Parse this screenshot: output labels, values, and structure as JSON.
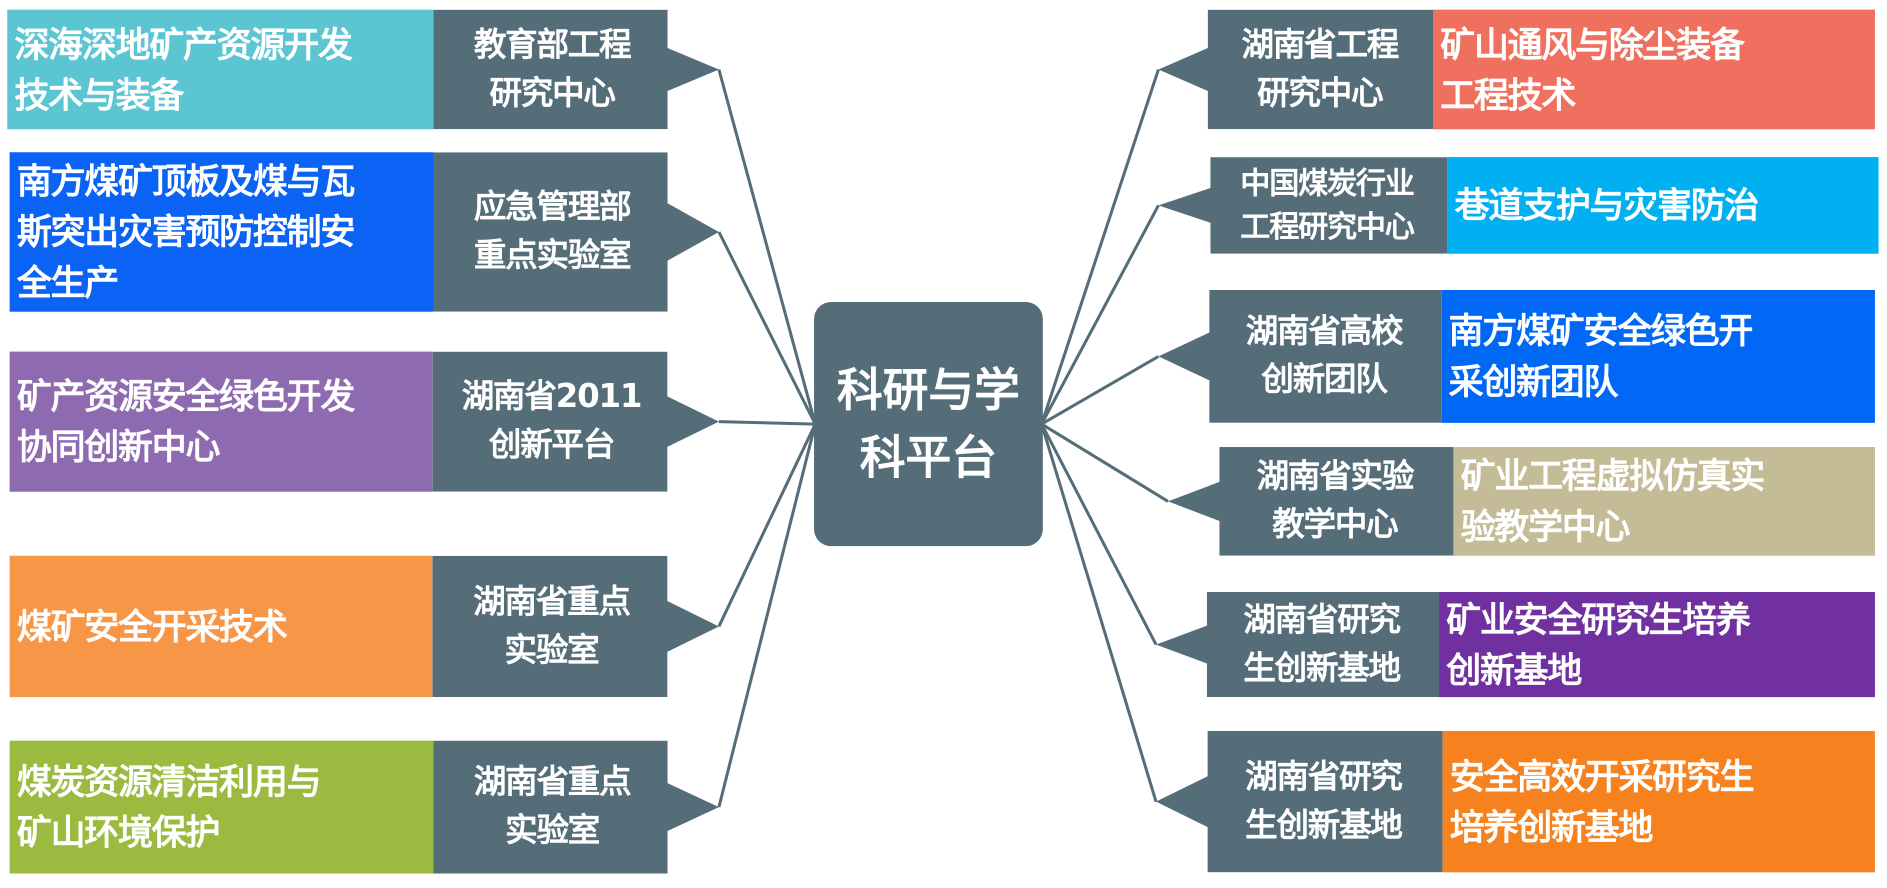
{
  "center": "科研与学\n科平台",
  "left": [
    {
      "topic": "深海深地矿产资源开发\n技术与装备",
      "platform": "教育部工程\n研究中心",
      "color": "#5BC5D1"
    },
    {
      "topic": "南方煤矿顶板及煤与瓦\n斯突出灾害预防控制安\n全生产",
      "platform": "应急管理部\n重点实验室",
      "color": "#0A63F5"
    },
    {
      "topic": "矿产资源安全绿色开发\n协同创新中心",
      "platform": "湖南省2011\n创新平台",
      "color": "#8E6BB0"
    },
    {
      "topic": "煤矿安全开采技术",
      "platform": "湖南省重点\n实验室",
      "color": "#F79646"
    },
    {
      "topic": "煤炭资源清洁利用与\n矿山环境保护",
      "platform": "湖南省重点\n实验室",
      "color": "#9BBB40"
    }
  ],
  "right": [
    {
      "platform": "湖南省工程\n研究中心",
      "topic": "矿山通风与除尘装备\n工程技术",
      "color": "#F0705F"
    },
    {
      "platform": "中国煤炭行业\n工程研究中心",
      "topic": "巷道支护与灾害防治",
      "color": "#00B0F0"
    },
    {
      "platform": "湖南省高校\n创新团队",
      "topic": "南方煤矿安全绿色开\n采创新团队",
      "color": "#0068F5"
    },
    {
      "platform": "湖南省实验\n教学中心",
      "topic": "矿业工程虚拟仿真实\n验教学中心",
      "color": "#C4BC96"
    },
    {
      "platform": "湖南省研究\n生创新基地",
      "topic": "矿业安全研究生培养\n创新基地",
      "color": "#7030A0"
    },
    {
      "platform": "湖南省研究\n生创新基地",
      "topic": "安全高效开采研究生\n培养创新基地",
      "color": "#F5821F"
    }
  ]
}
